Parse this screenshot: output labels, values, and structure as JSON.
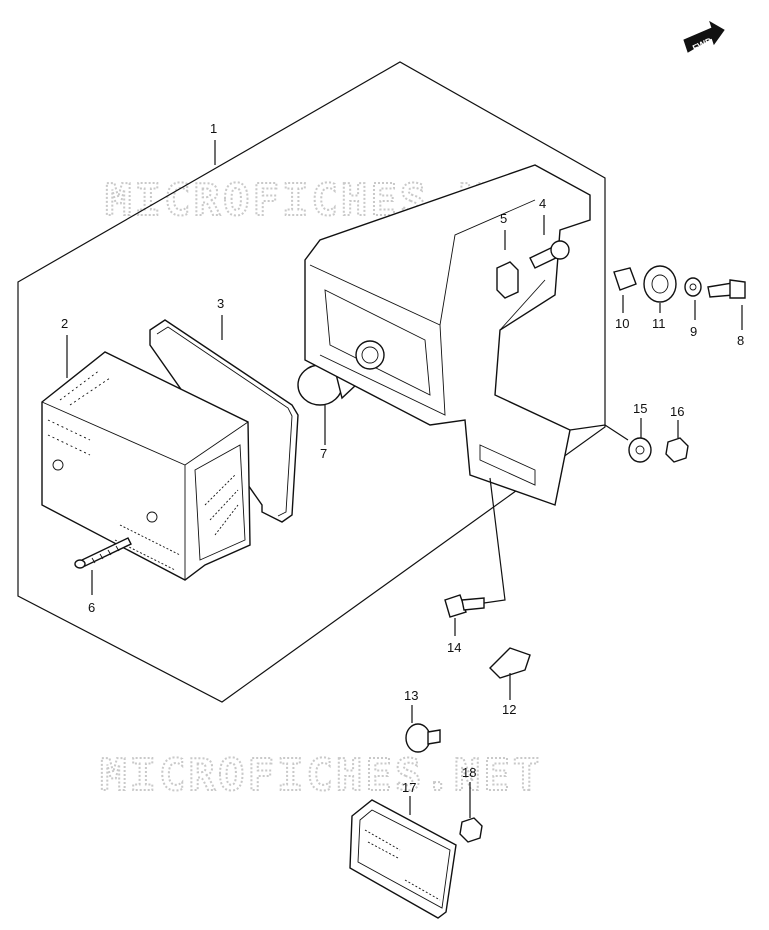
{
  "watermark": {
    "top": "MICROFICHES.NET",
    "bottom": "MICROFICHES.NET"
  },
  "fwd_badge": "FWD",
  "callouts": {
    "p1": "1",
    "p2": "2",
    "p3": "3",
    "p4": "4",
    "p5": "5",
    "p6": "6",
    "p7": "7",
    "p8": "8",
    "p9": "9",
    "p10": "10",
    "p11": "11",
    "p12": "12",
    "p13": "13",
    "p14": "14",
    "p15": "15",
    "p16": "16",
    "p17": "17",
    "p18": "18"
  }
}
